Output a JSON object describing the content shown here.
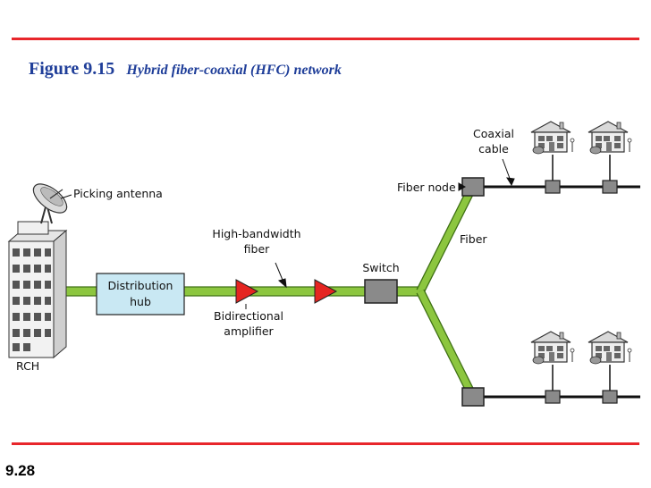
{
  "figure": {
    "number": "Figure 9.15",
    "caption": "Hybrid fiber-coaxial (HFC) network"
  },
  "slide_number": "9.28",
  "labels": {
    "picking_antenna": "Picking antenna",
    "rch": "RCH",
    "distribution_hub_line1": "Distribution",
    "distribution_hub_line2": "hub",
    "high_bandwidth_line1": "High-bandwidth",
    "high_bandwidth_line2": "fiber",
    "bidirectional_line1": "Bidirectional",
    "bidirectional_line2": "amplifier",
    "switch": "Switch",
    "fiber_node": "Fiber node",
    "fiber": "Fiber",
    "coaxial_line1": "Coaxial",
    "coaxial_line2": "cable"
  },
  "colors": {
    "accent_red": "#e8262b",
    "title_blue": "#1f3e99",
    "fiber_green": "#8cc63f",
    "hub_fill": "#c9e8f3",
    "amplifier_red": "#e52521",
    "node_gray": "#8a8a8a"
  }
}
